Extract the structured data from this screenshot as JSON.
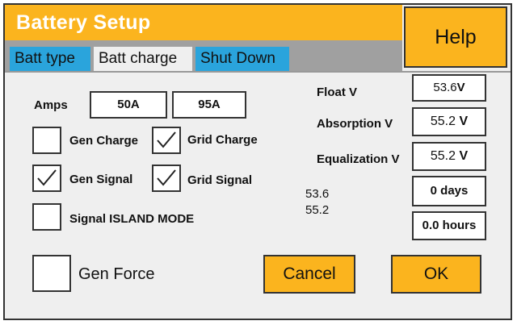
{
  "window": {
    "title": "Battery Setup"
  },
  "tabs": [
    {
      "label": "Batt type",
      "active": false
    },
    {
      "label": "Batt charge",
      "active": true
    },
    {
      "label": "Shut Down",
      "active": false
    }
  ],
  "help": {
    "label": "Help"
  },
  "amps": {
    "label": "Amps",
    "value_1": "50A",
    "value_2": "95A"
  },
  "checkboxes": {
    "gen_charge": {
      "label": "Gen Charge",
      "checked": false
    },
    "grid_charge": {
      "label": "Grid Charge",
      "checked": true
    },
    "gen_signal": {
      "label": "Gen Signal",
      "checked": true
    },
    "grid_signal": {
      "label": "Grid Signal",
      "checked": true
    },
    "signal_island_mode": {
      "label": "Signal ISLAND MODE",
      "checked": false
    },
    "gen_force": {
      "label": "Gen Force",
      "checked": false
    }
  },
  "voltages": {
    "float": {
      "label": "Float V",
      "value": "53.6",
      "unit": "V"
    },
    "absorption": {
      "label": "Absorption V",
      "value": "55.2",
      "unit": "V"
    },
    "equalization": {
      "label": "Equalization V",
      "value": "55.2",
      "unit": "V"
    }
  },
  "equalization_period": {
    "days": "0 days",
    "hours": "0.0 hours"
  },
  "readouts": {
    "line_1": "53.6",
    "line_2": "55.2"
  },
  "buttons": {
    "cancel": "Cancel",
    "ok": "OK"
  },
  "colors": {
    "accent": "#fbb41e",
    "tab_blue": "#2aa4dc",
    "panel": "#efefef"
  },
  "icons": {
    "check": "checkmark-icon"
  }
}
